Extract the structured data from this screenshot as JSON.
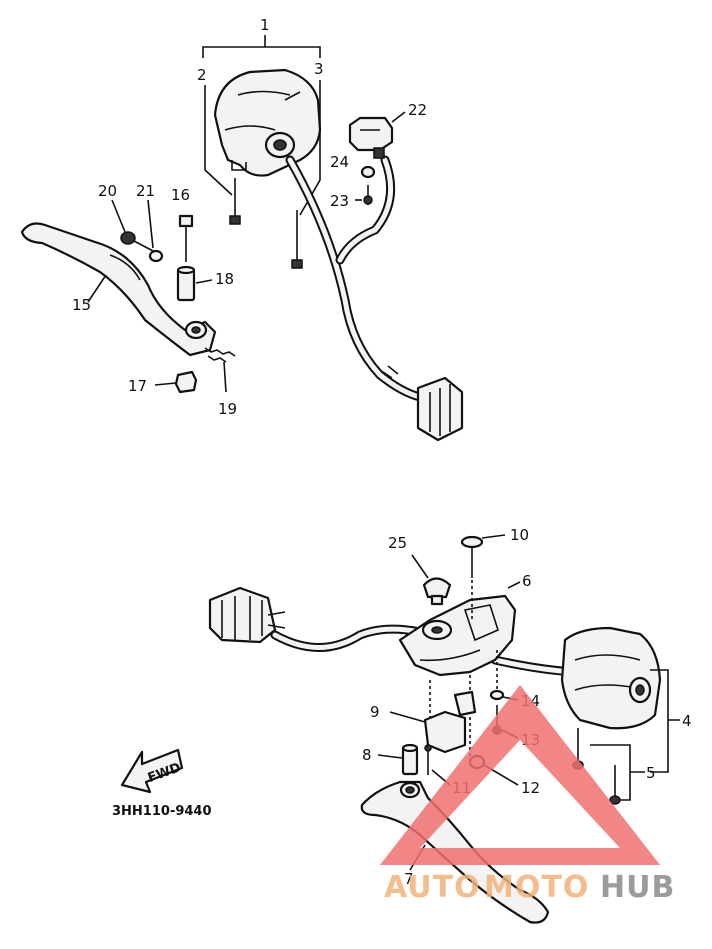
{
  "diagram_code": "3HH110-9440",
  "fwd_label": "FWD",
  "watermark": {
    "auto": "AUTO",
    "moto": "MOTO",
    "hub": "HUB",
    "red": "#f07070",
    "orange": "#f3b27a",
    "gray": "#8a8a8a"
  },
  "callouts": {
    "c1": "1",
    "c2": "2",
    "c3": "3",
    "c4": "4",
    "c5": "5",
    "c6": "6",
    "c7": "7",
    "c8": "8",
    "c9": "9",
    "c10": "10",
    "c11": "11",
    "c12": "12",
    "c13": "13",
    "c14": "14",
    "c15": "15",
    "c16": "16",
    "c17": "17",
    "c18": "18",
    "c19": "19",
    "c20": "20",
    "c21": "21",
    "c22": "22",
    "c23": "23",
    "c24": "24",
    "c25": "25"
  }
}
